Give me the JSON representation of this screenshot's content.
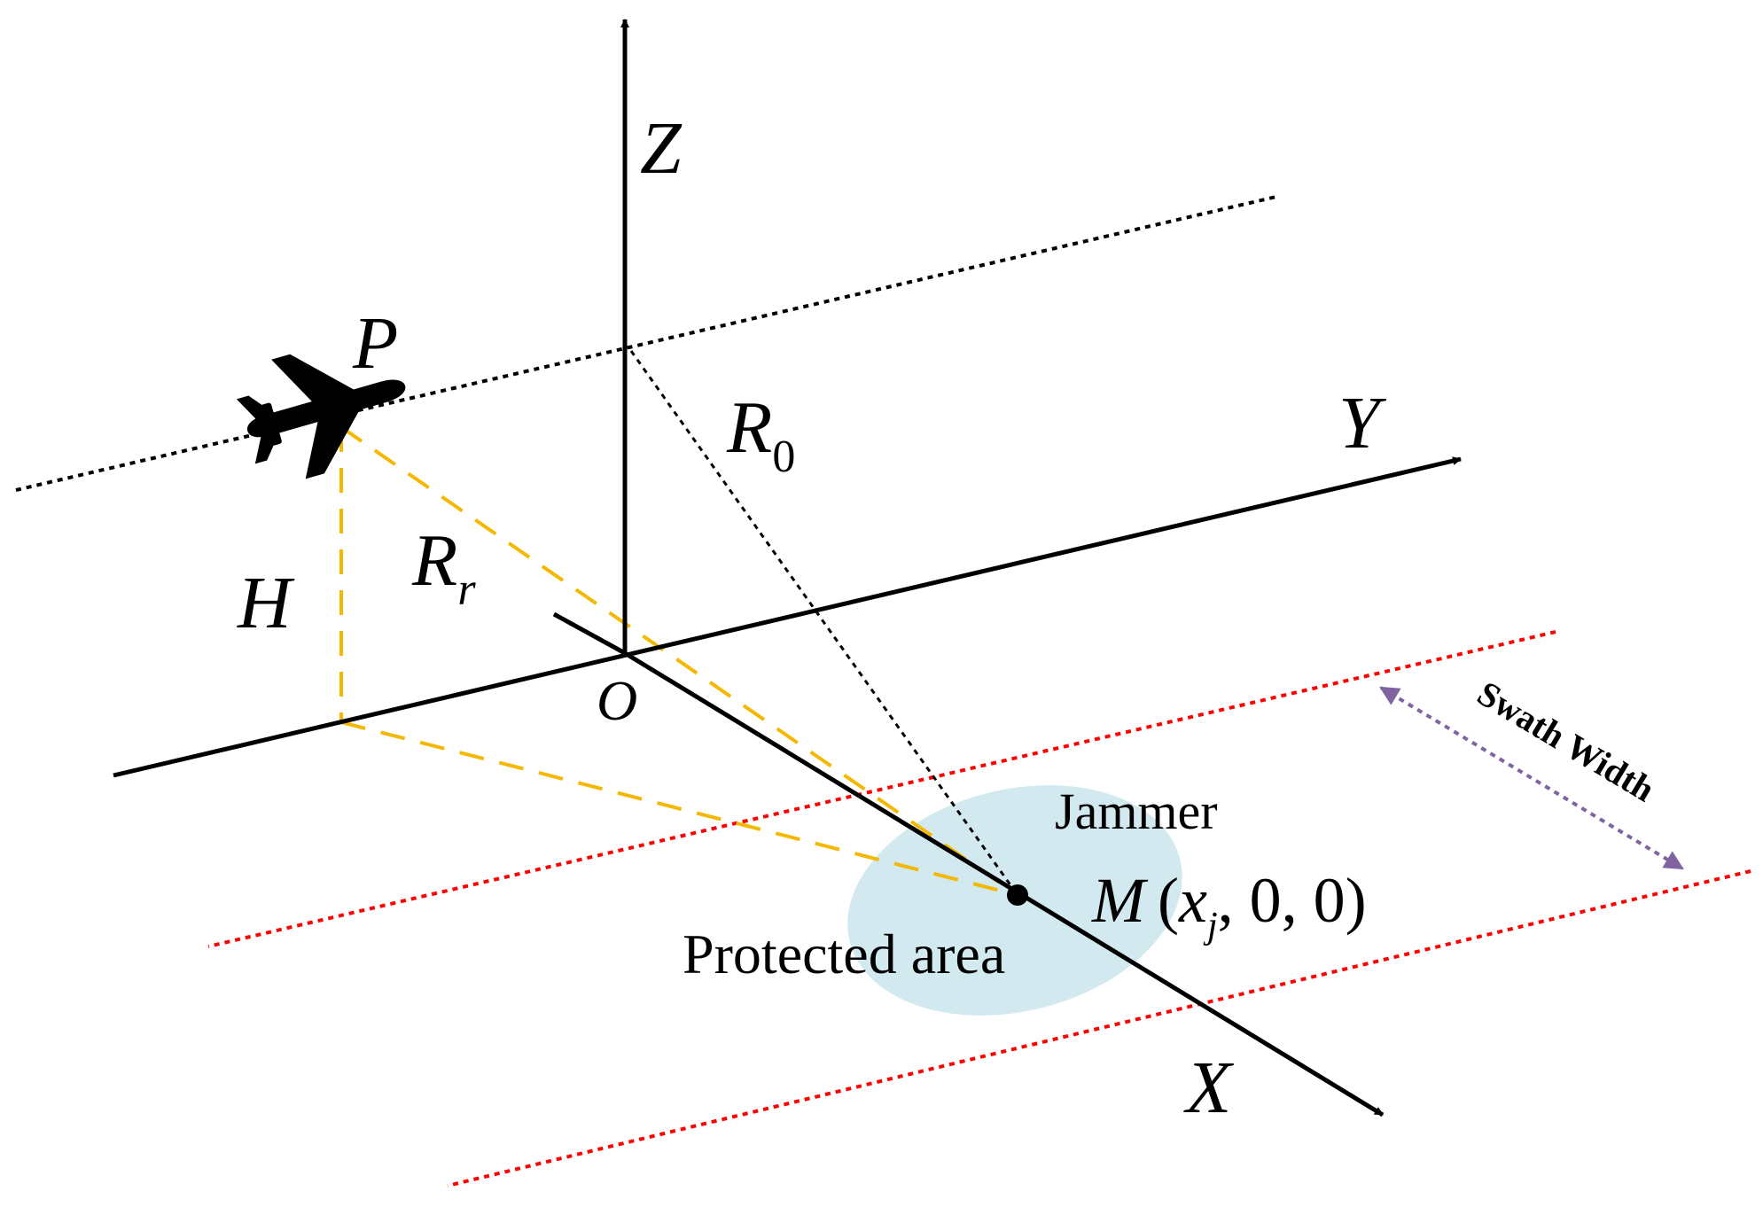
{
  "diagram": {
    "axes": {
      "z_label": "Z",
      "y_label": "Y",
      "x_label": "X",
      "origin_label": "O"
    },
    "aircraft": {
      "icon": "airplane-icon",
      "label": "P"
    },
    "distances": {
      "r0_main": "R",
      "r0_sub": "0",
      "rr_main": "R",
      "rr_sub": "r",
      "height": "H"
    },
    "jammer": {
      "title": "Jammer",
      "point_main": "M",
      "coord_open": "(",
      "coord_x": "x",
      "coord_sub": "j",
      "coord_rest": ", 0, 0)"
    },
    "area_label": "Protected area",
    "swath_label": "Swath Width",
    "colors": {
      "axis": "#000000",
      "dotted_path": "#000000",
      "swath_bounds": "#ff0000",
      "geometry_dashes": "#f5b800",
      "protected_area": "#d3e9f0",
      "swath_arrow": "#8064a2"
    }
  }
}
